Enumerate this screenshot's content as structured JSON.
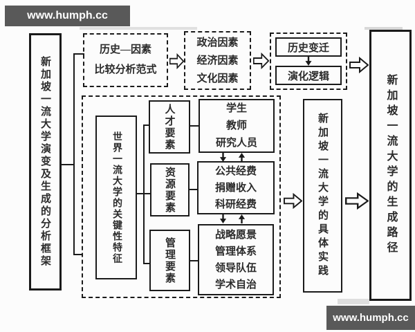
{
  "watermarks": {
    "top_left": "www.humph.cc",
    "bottom_right": "www.humph.cc"
  },
  "left_panel": {
    "label": "新加坡一流大学演变及生成的分析框架"
  },
  "right_panel": {
    "label": "新加坡一流大学的生成路径"
  },
  "top_row": {
    "paradigm_box": {
      "line1": "历史—因素",
      "line2": "比较分析范式"
    },
    "factors_box": {
      "items": [
        "政治因素",
        "经济因素",
        "文化因素"
      ]
    },
    "evolution_box": {
      "top": "历史变迁",
      "bottom": "演化逻辑"
    }
  },
  "middle": {
    "key_features_box": "世界一流大学的关键性特征",
    "factor_groups": [
      {
        "label": "人才要素",
        "details": [
          "学生",
          "教师",
          "研究人员"
        ]
      },
      {
        "label": "资源要素",
        "details": [
          "公共经费",
          "捐赠收入",
          "科研经费"
        ]
      },
      {
        "label": "管理要素",
        "details": [
          "战略愿景",
          "管理体系",
          "领导队伍",
          "学术自治"
        ]
      }
    ],
    "practice_box": "新加坡一流大学的具体实践"
  },
  "colors": {
    "watermark_bg": "#595959",
    "watermark_text": "#ffffff",
    "line": "#1a1a1a",
    "background": "#fcfcfc"
  }
}
